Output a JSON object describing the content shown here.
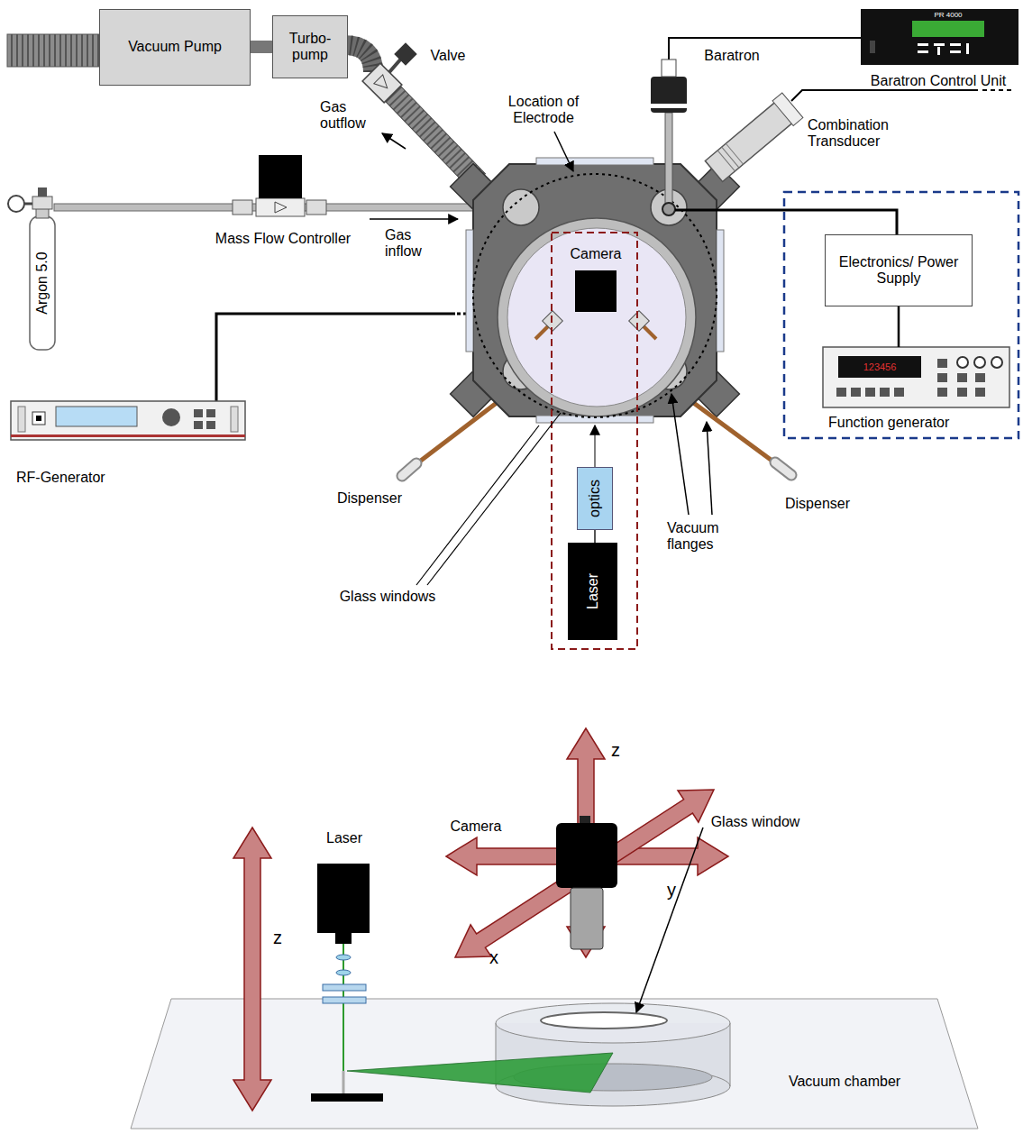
{
  "diagram": {
    "nodes": [
      {
        "text": [
          "Vacuum Pump"
        ]
      },
      {
        "text": [
          "Turbo- pump"
        ]
      },
      {
        "text": [
          "Electronics/ Power Supply"
        ]
      },
      {
        "text": [
          "Function generator"
        ]
      },
      {
        "text": [
          "RF-Generator"
        ]
      },
      {
        "text": [
          "optics"
        ]
      },
      {
        "text": [
          "Laser"
        ]
      }
    ],
    "edges": [
      {
        "from": 0,
        "to": 1,
        "arrow": "none"
      },
      {
        "from": 2,
        "to": 3,
        "arrow": "none"
      },
      {
        "from": 6,
        "to": 5,
        "arrow": "none"
      }
    ],
    "labels": [
      "Valve",
      "Gas outflow",
      "Location of Electrode",
      "Baratron",
      "PR 4000",
      "Baratron Control Unit",
      "Combination Transducer",
      "Mass Flow Controller",
      "Gas inflow",
      "Argon 5.0",
      "Camera",
      "123456",
      "Dispenser",
      "Dispenser",
      "Vacuum flanges",
      "Glass windows",
      "z",
      "Laser",
      "Camera",
      "z",
      "y",
      "x",
      "Glass window",
      "Vacuum chamber"
    ]
  }
}
